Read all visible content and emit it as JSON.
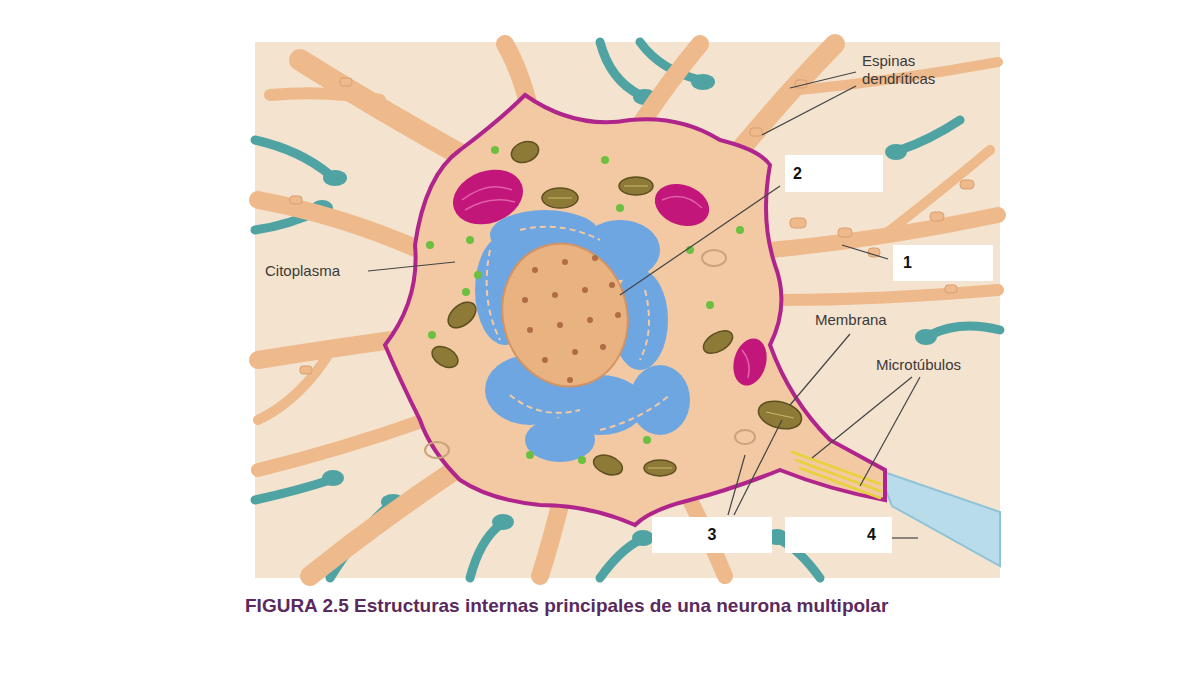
{
  "diagram": {
    "caption": "FIGURA 2.5 Estructuras internas principales de una neurona multipolar",
    "nodes": [
      {
        "text": [
          "2"
        ]
      },
      {
        "text": [
          "1"
        ]
      },
      {
        "text": [
          "3"
        ]
      },
      {
        "text": [
          "4"
        ]
      }
    ],
    "labels": [
      "Espinas dendríticas",
      "Citoplasma",
      "Membrana",
      "Microtúbulos"
    ]
  }
}
